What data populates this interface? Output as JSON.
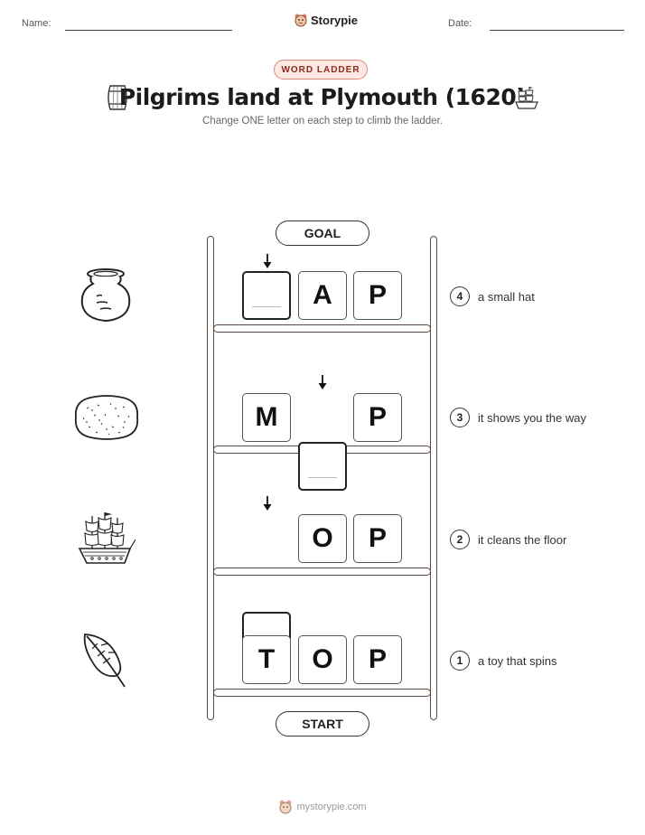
{
  "header": {
    "name_label": "Name:",
    "date_label": "Date:",
    "brand": "Storypie"
  },
  "badge": "WORD LADDER",
  "title": "Pilgrims land at Plymouth (1620)",
  "subtitle": "Change ONE letter on each step to climb the ladder.",
  "ladder": {
    "goal_label": "GOAL",
    "start_label": "START",
    "rows": [
      {
        "clue_number": "4",
        "clue": "a small hat",
        "picture": "pot-icon",
        "letters": [
          "",
          "A",
          "P"
        ]
      },
      {
        "clue_number": "3",
        "clue": "it shows you the way",
        "picture": "bread-icon",
        "letters": [
          "M",
          "",
          "P"
        ]
      },
      {
        "clue_number": "2",
        "clue": "it cleans the floor",
        "picture": "ship-icon",
        "letters": [
          "",
          "O",
          "P"
        ]
      },
      {
        "clue_number": "1",
        "clue": "a toy that spins",
        "picture": "feather-icon",
        "letters": [
          "T",
          "O",
          "P"
        ]
      }
    ]
  },
  "footer": {
    "site": "mystorypie.com"
  }
}
